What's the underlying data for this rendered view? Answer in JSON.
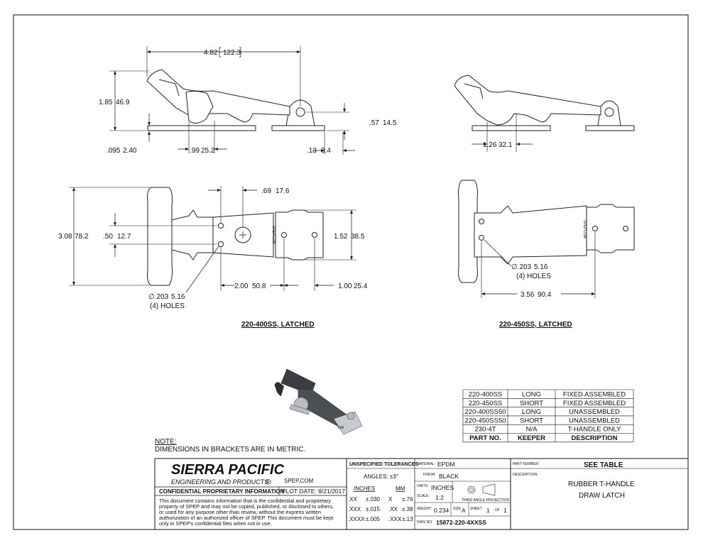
{
  "company": {
    "name": "SIERRA PACIFIC",
    "subtitle": "ENGINEERING AND PRODUCTS",
    "website": "SPEP.COM"
  },
  "note": {
    "heading": "NOTE:",
    "text": "DIMENSIONS IN BRACKETS ARE IN METRIC."
  },
  "views": {
    "left_caption": "220-400SS, LATCHED",
    "right_caption": "220-450SS, LATCHED",
    "stamp_text": "SPEP.COM"
  },
  "dimensions": {
    "overall_length": "4.82",
    "overall_length_mm": "122.3",
    "height": "1.85",
    "height_mm": "46.9",
    "base_thickness": ".095",
    "base_thickness_mm": "2.40",
    "handle_offset": ".99",
    "handle_offset_mm": "25.2",
    "keeper_flange": ".13",
    "keeper_flange_mm": "3.4",
    "pivot_height": ".57",
    "pivot_height_mm": "14.5",
    "short_offset": "1.26",
    "short_offset_mm": "32.1",
    "handle_width": "3.08",
    "handle_width_mm": "78.2",
    "hole_spacing": ".50",
    "hole_spacing_mm": "12.7",
    "hole_offset": ".69",
    "hole_offset_mm": "17.6",
    "keeper_width": "1.52",
    "keeper_width_mm": "38.5",
    "mount_spacing": "2.00",
    "mount_spacing_mm": "50.8",
    "keeper_hole_spacing": "1.00",
    "keeper_hole_spacing_mm": "25.4",
    "hole_dia": "∅.203",
    "hole_dia_mm": "5.16",
    "holes_label": "(4) HOLES",
    "short_mount_spacing": "3.56",
    "short_mount_spacing_mm": "90.4"
  },
  "parts_table": {
    "headers": [
      "PART NO.",
      "KEEPER",
      "DESCRIPTION"
    ],
    "rows": [
      [
        "220-400SS",
        "LONG",
        "FIXED ASSEMBLED"
      ],
      [
        "220-450SS",
        "SHORT",
        "FIXED ASSEMBLED"
      ],
      [
        "220-400SS50",
        "LONG",
        "UNASSEMBLED"
      ],
      [
        "220-450SS50",
        "SHORT",
        "UNASSEMBLED"
      ],
      [
        "230-4T",
        "N/A",
        "T-HANDLE ONLY"
      ]
    ]
  },
  "title_block": {
    "confidential_heading": "CONFIDENTIAL PROPRIETARY INFORMATION",
    "plot_date": "PLOT DATE: 8/21/2017",
    "confidential_lines": [
      "This document contains information that is the confidential and proprietary",
      "property of SPEP and may not be copied, published, or disclosed to others,",
      "or used for any purpose  other than review, without the express written",
      "authorization of an authorized officer of SPEP. This document must be kept",
      "only in SPEP's confidential files when not in use."
    ],
    "tolerances_heading": "UNSPECIFIED TOLERANCES",
    "angles": "ANGLES: ±3°",
    "inches_label": "INCHES",
    "mm_label": "MM",
    "tol_inches": [
      [
        ".XX",
        "±.030"
      ],
      [
        ".XXX",
        "±.015"
      ],
      [
        ".XXXX",
        "±.005"
      ]
    ],
    "tol_mm": [
      [
        "X",
        "±.76"
      ],
      [
        ".XX",
        "±.38"
      ],
      [
        ".XXX",
        "±.13"
      ]
    ],
    "material_label": "MATERIAL:",
    "material": "EPDM",
    "finish_label": "FINISH:",
    "finish": "BLACK",
    "units_label": "UNITS:",
    "units": "INCHES",
    "projection": "THIRD ANGLE PROJECTION",
    "scale_label": "SCALE:",
    "scale": "1:2",
    "weight_label": "WEIGHT:",
    "weight": "0.234",
    "size_label": "SIZE",
    "size": "A",
    "sheet_label": "SHEET",
    "sheet": "1",
    "of_label": "OF",
    "sheet_total": "1",
    "dwg_label": "DWG NO:",
    "dwg_no": "15872-220-4XXSS",
    "part_number_label": "PART NUMBER:",
    "part_number": "SEE TABLE",
    "description_label": "DESCRIPTION:",
    "description_line1": "RUBBER T-HANDLE",
    "description_line2": "DRAW LATCH"
  },
  "colors": {
    "line": "#111111",
    "rubber": "#3a3d42",
    "steel": "#b9bcc0"
  }
}
